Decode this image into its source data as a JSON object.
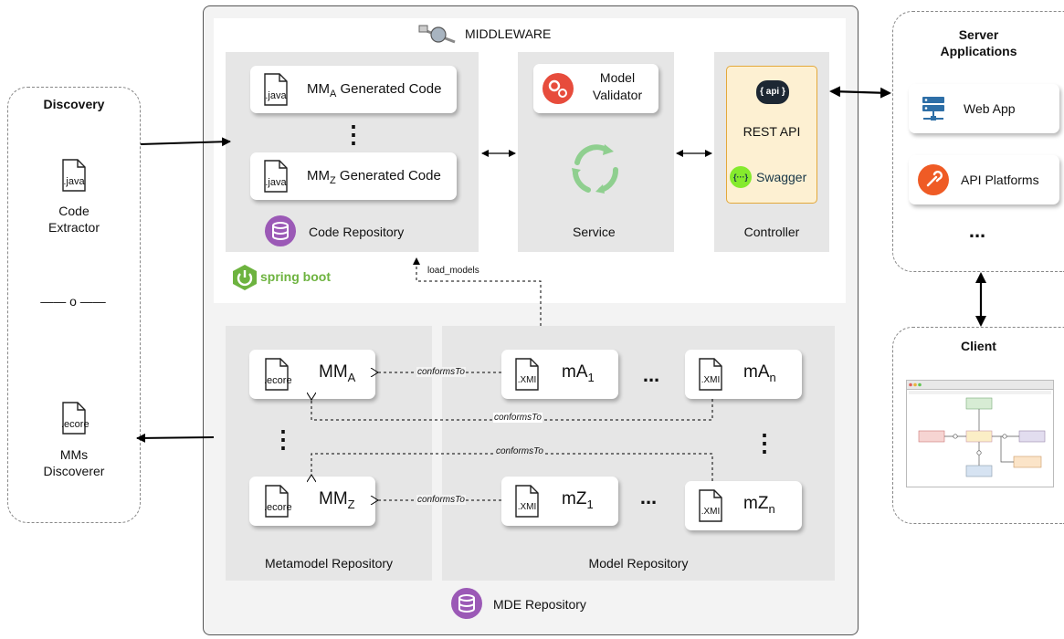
{
  "discovery": {
    "title": "Discovery",
    "java_ext": ".java",
    "code_extractor": [
      "Code",
      "Extractor"
    ],
    "separator": "—— o ——",
    "ecore_ext": ".ecore",
    "mms_discoverer": [
      "MMs",
      "Discoverer"
    ]
  },
  "middleware": {
    "title": "MIDDLEWARE",
    "code_repo": {
      "label": "Code Repository",
      "java_ext": ".java",
      "mma_prefix": "MM",
      "mma_sub": "A",
      "mmz_prefix": "MM",
      "mmz_sub": "Z",
      "suffix": " Generated Code",
      "ellipsis": "⋮"
    },
    "spring": "spring boot",
    "service": {
      "label": "Service",
      "validator": [
        "Model",
        "Validator"
      ]
    },
    "controller": {
      "label": "Controller",
      "api_badge": "{ api }",
      "rest": "REST API",
      "swagger": "Swagger",
      "swagger_icon": "{···}"
    },
    "load_models": "load_models"
  },
  "mde": {
    "title": "MDE Repository",
    "metamodel_repo": "Metamodel Repository",
    "model_repo": "Model Repository",
    "ecore_ext": ".ecore",
    "xmi_ext": ".XMI",
    "mm_a": {
      "main": "MM",
      "sub": "A"
    },
    "mm_z": {
      "main": "MM",
      "sub": "Z"
    },
    "ma1": {
      "main": "mA",
      "sub": "1"
    },
    "man": {
      "main": "mA",
      "sub": "n"
    },
    "mz1": {
      "main": "mZ",
      "sub": "1"
    },
    "mzn": {
      "main": "mZ",
      "sub": "n"
    },
    "hdots": "...",
    "vdots": "⋮",
    "conforms": "conformsTo"
  },
  "server": {
    "title": [
      "Server",
      "Applications"
    ],
    "web_app": "Web App",
    "api_platforms": "API Platforms",
    "more": "..."
  },
  "client": {
    "title": "Client"
  },
  "colors": {
    "spring": "#6db33f",
    "db_purple": "#9b59b6",
    "controller_bg": "#fdf0d2",
    "controller_border": "#e3a83a",
    "service_green": "#8fcf8f",
    "validator_red": "#e74c3c",
    "postman": "#ef5b25",
    "server_blue": "#2e6fa7"
  }
}
